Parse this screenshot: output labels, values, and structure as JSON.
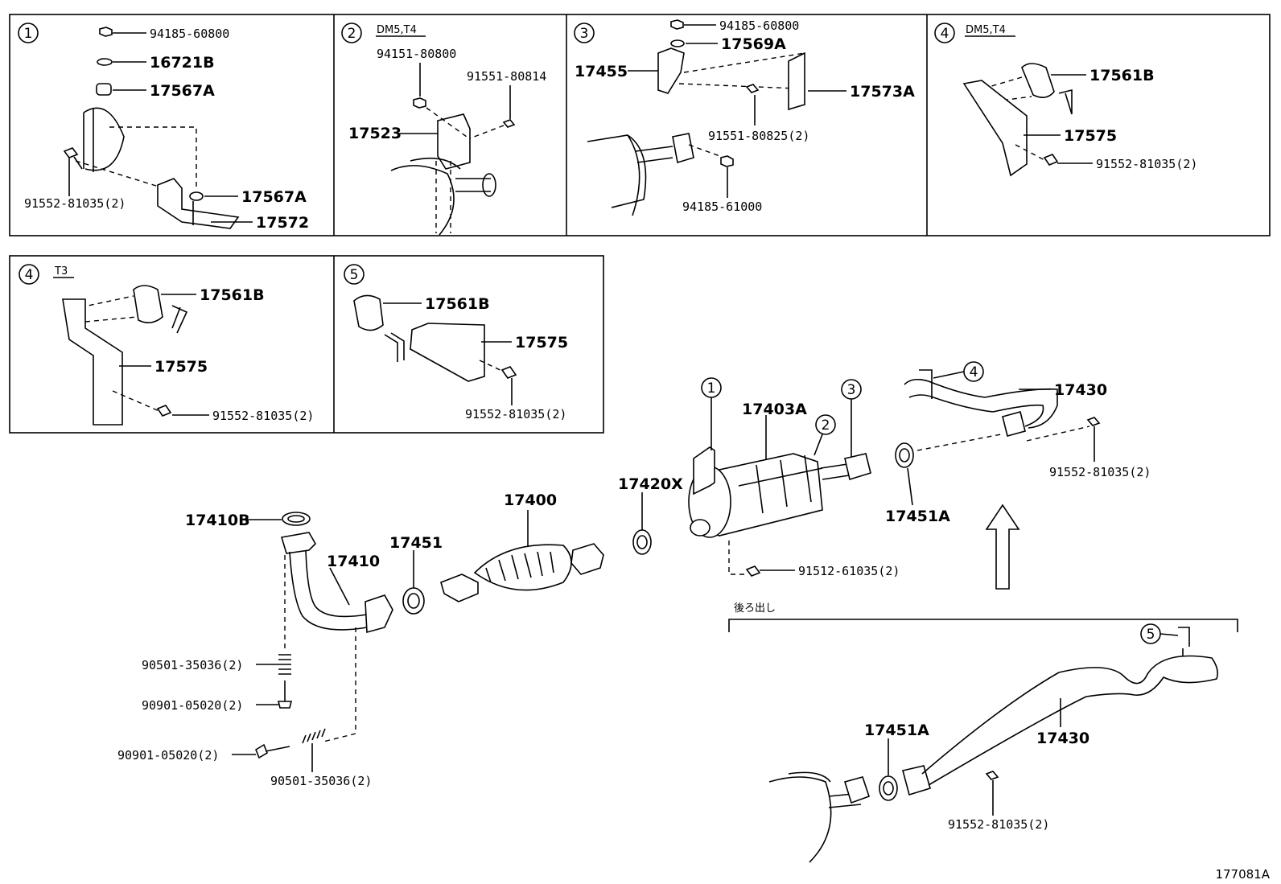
{
  "diagram_code": "177081A",
  "rear_exit_note": "後ろ出し",
  "arrow_icon": "up-arrow-icon",
  "panels": [
    {
      "id": "1",
      "variant": "",
      "labels": [
        "94185-60800",
        "16721B",
        "17567A",
        "91552-81035(2)",
        "17567A",
        "17572"
      ]
    },
    {
      "id": "2",
      "variant": "DM5,T4",
      "labels": [
        "94151-80800",
        "91551-80814",
        "17523"
      ]
    },
    {
      "id": "3",
      "variant": "",
      "labels": [
        "94185-60800",
        "17569A",
        "17455",
        "17573A",
        "91551-80825(2)",
        "94185-61000"
      ]
    },
    {
      "id": "4",
      "variant": "DM5,T4",
      "labels": [
        "17561B",
        "17575",
        "91552-81035(2)"
      ]
    },
    {
      "id": "4",
      "variant": "T3",
      "labels": [
        "17561B",
        "17575",
        "91552-81035(2)"
      ]
    },
    {
      "id": "5",
      "variant": "",
      "labels": [
        "17561B",
        "17575",
        "91552-81035(2)"
      ]
    }
  ],
  "main": {
    "labels": [
      "17410B",
      "17410",
      "17451",
      "17400",
      "17420X",
      "17403A",
      "17451A",
      "17430",
      "91552-81035(2)",
      "91512-61035(2)",
      "90501-35036(2)",
      "90901-05020(2)",
      "90901-05020(2)",
      "90501-35036(2)"
    ],
    "callouts": [
      "1",
      "2",
      "3",
      "4"
    ]
  },
  "rear": {
    "labels": [
      "17451A",
      "17430",
      "91552-81035(2)"
    ],
    "callouts": [
      "5"
    ]
  }
}
